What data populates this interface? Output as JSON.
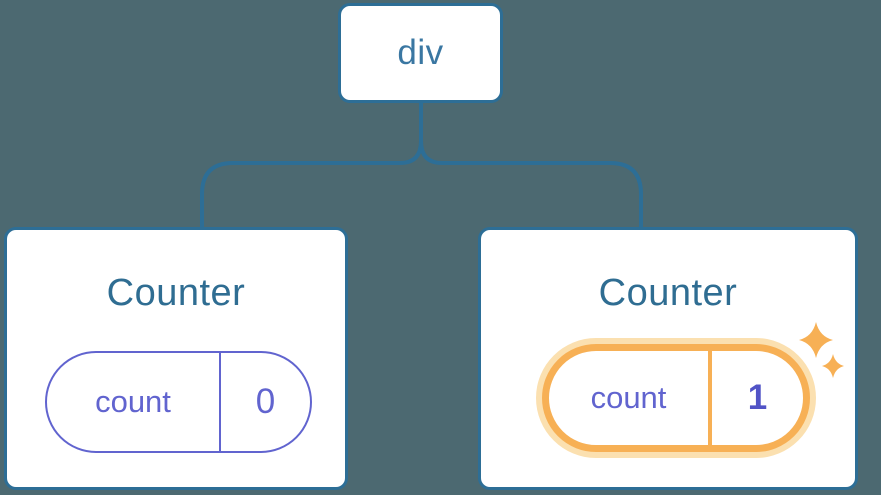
{
  "diagram": {
    "root": {
      "label": "div"
    },
    "children": [
      {
        "title": "Counter",
        "state": {
          "key": "count",
          "value": "0"
        },
        "highlighted": false
      },
      {
        "title": "Counter",
        "state": {
          "key": "count",
          "value": "1"
        },
        "highlighted": true
      }
    ]
  },
  "colors": {
    "bg": "#4c6971",
    "line-blue": "#2d6e96",
    "title-blue": "#2f6d92",
    "div-blue": "#3a77a2",
    "purple": "#6164cf",
    "purple-bold": "#5153c6",
    "orange": "#f7b055",
    "orange-glow": "#fbe0b0",
    "card-bg": "#ffffff"
  }
}
